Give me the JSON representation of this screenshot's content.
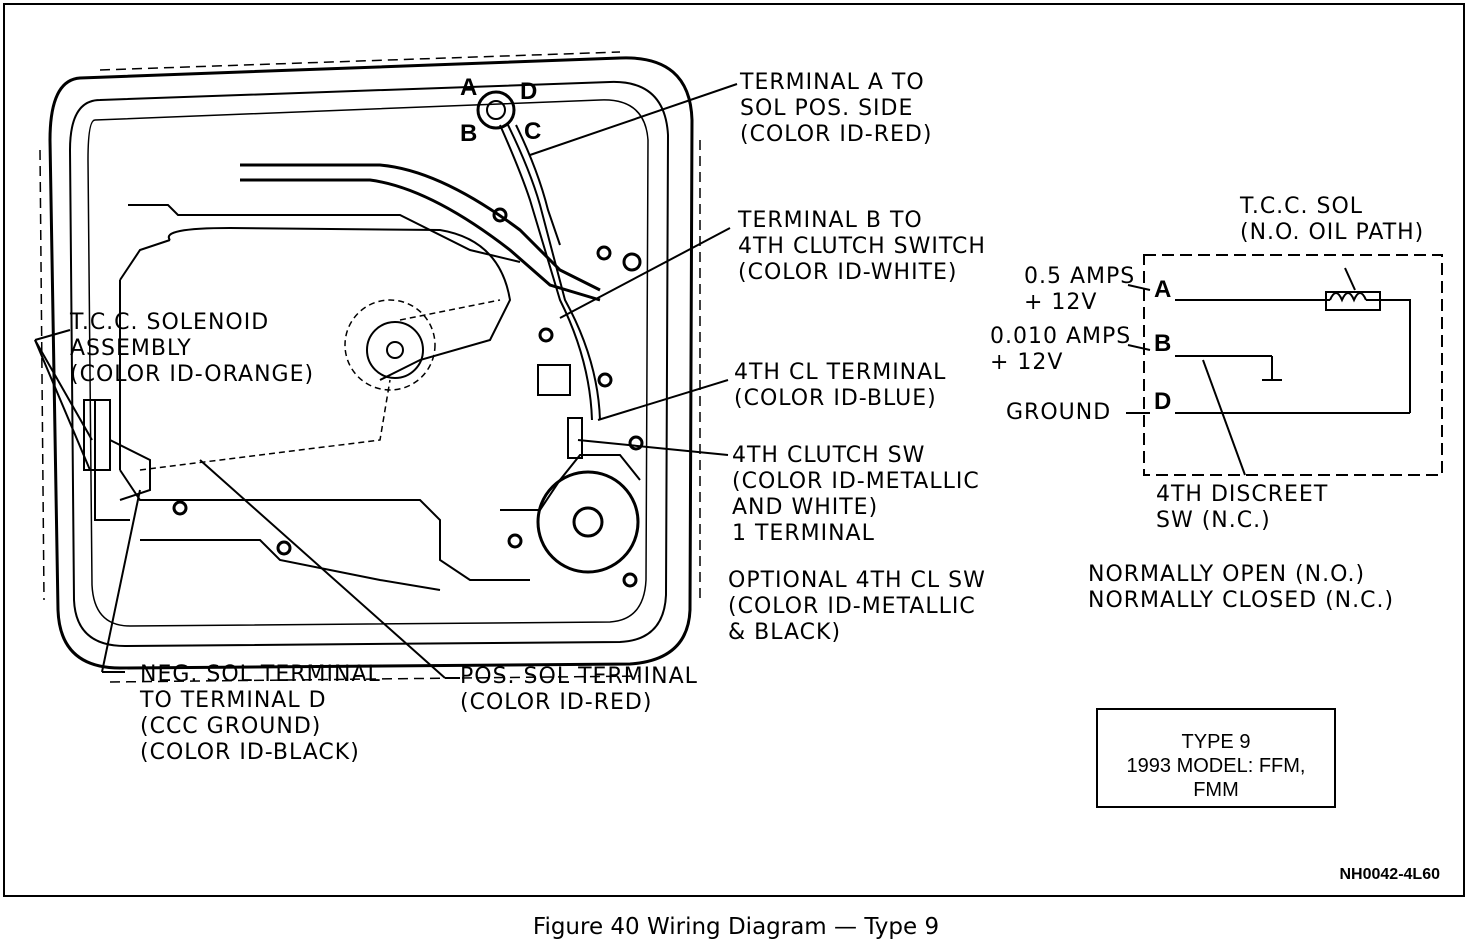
{
  "diagram": {
    "connector_pins": [
      "A",
      "D",
      "B",
      "C"
    ],
    "callouts": {
      "terminal_a": [
        "TERMINAL A TO",
        "SOL POS. SIDE",
        "(COLOR ID-RED)"
      ],
      "terminal_b": [
        "TERMINAL B TO",
        "4TH CLUTCH SWITCH",
        "(COLOR ID-WHITE)"
      ],
      "cl_terminal": [
        "4TH CL TERMINAL",
        "(COLOR ID-BLUE)"
      ],
      "clutch_sw": [
        "4TH CLUTCH SW",
        "(COLOR ID-METALLIC",
        "AND WHITE)",
        "1 TERMINAL"
      ],
      "optional_sw": [
        "OPTIONAL 4TH CL SW",
        "(COLOR ID-METALLIC",
        "& BLACK)"
      ],
      "tcc_solenoid": [
        "T.C.C. SOLENOID",
        "ASSEMBLY",
        "(COLOR ID-ORANGE)"
      ],
      "neg_sol": [
        "NEG. SOL TERMINAL",
        "TO TERMINAL D",
        "(CCC GROUND)",
        "(COLOR ID-BLACK)"
      ],
      "pos_sol": [
        "POS. SOL TERMINAL",
        "(COLOR ID-RED)"
      ]
    },
    "schematic": {
      "tcc_sol": [
        "T.C.C. SOL",
        "(N.O. OIL PATH)"
      ],
      "input_a": [
        "0.5 AMPS",
        "+ 12V"
      ],
      "input_b": [
        "0.010 AMPS",
        "+ 12V"
      ],
      "ground": "GROUND",
      "pin_a": "A",
      "pin_b": "B",
      "pin_d": "D",
      "discreet_sw": [
        "4TH DISCREET",
        "SW (N.C.)"
      ],
      "legend": [
        "NORMALLY OPEN (N.O.)",
        "NORMALLY CLOSED (N.C.)"
      ]
    },
    "model_box": [
      "TYPE 9",
      "1993 MODEL: FFM,",
      "FMM"
    ],
    "code": "NH0042-4L60",
    "caption": "Figure 40 Wiring Diagram — Type 9"
  }
}
